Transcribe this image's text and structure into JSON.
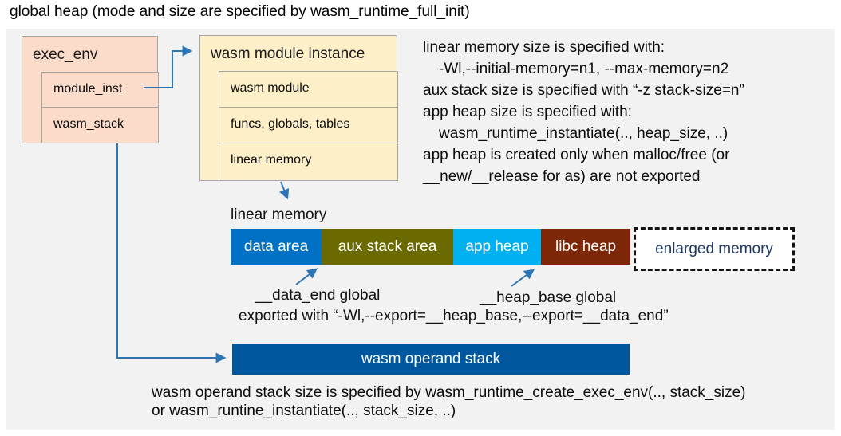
{
  "title": "global heap (mode and size are specified by wasm_runtime_full_init)",
  "exec_env": {
    "header": "exec_env",
    "rows": [
      {
        "label": "module_inst"
      },
      {
        "label": "wasm_stack"
      }
    ]
  },
  "module_instance": {
    "header": "wasm module instance",
    "rows": [
      {
        "label": "wasm module"
      },
      {
        "label": "funcs, globals, tables"
      },
      {
        "label": "linear memory"
      }
    ]
  },
  "notes": {
    "lines": [
      {
        "text": "linear memory size is specified with:"
      },
      {
        "text": "-Wl,--initial-memory=n1, --max-memory=n2"
      },
      {
        "text": "aux stack size is specified with “-z stack-size=n”"
      },
      {
        "text": "app heap size is specified with:"
      },
      {
        "text": "wasm_runtime_instantiate(.., heap_size, ..)"
      },
      {
        "text": "app heap is created only when malloc/free (or"
      },
      {
        "text": "__new/__release for as) are not exported"
      }
    ]
  },
  "linear_memory": {
    "label": "linear memory",
    "segments": [
      {
        "label": "data area",
        "color": "#0071C5"
      },
      {
        "label": "aux stack area",
        "color": "#6A6A00"
      },
      {
        "label": "app heap",
        "color": "#00B0F0"
      },
      {
        "label": "libc heap",
        "color": "#7E2708"
      },
      {
        "label": "enlarged memory",
        "color": "#FFFFFF",
        "text_color": "#1F3864",
        "border": "dashed"
      }
    ],
    "annotations": {
      "data_end": "__data_end global",
      "heap_base": "__heap_base global",
      "exported": "exported with “-Wl,--export=__heap_base,--export=__data_end”"
    }
  },
  "operand_stack": {
    "label": "wasm operand stack",
    "color": "#00579E"
  },
  "footer": {
    "lines": [
      "wasm operand stack size is specified by wasm_runtime_create_exec_env(.., stack_size)",
      "or wasm_runtine_instantiate(.., stack_size, ..)"
    ]
  },
  "colors": {
    "panel_bg": "#F2F2F2",
    "box_salmon": "#FBDCCB",
    "box_cream": "#FDEFC8",
    "box_border": "#A6A6A6",
    "arrow": "#2E75B6",
    "enlarged_text": "#1F3864"
  }
}
